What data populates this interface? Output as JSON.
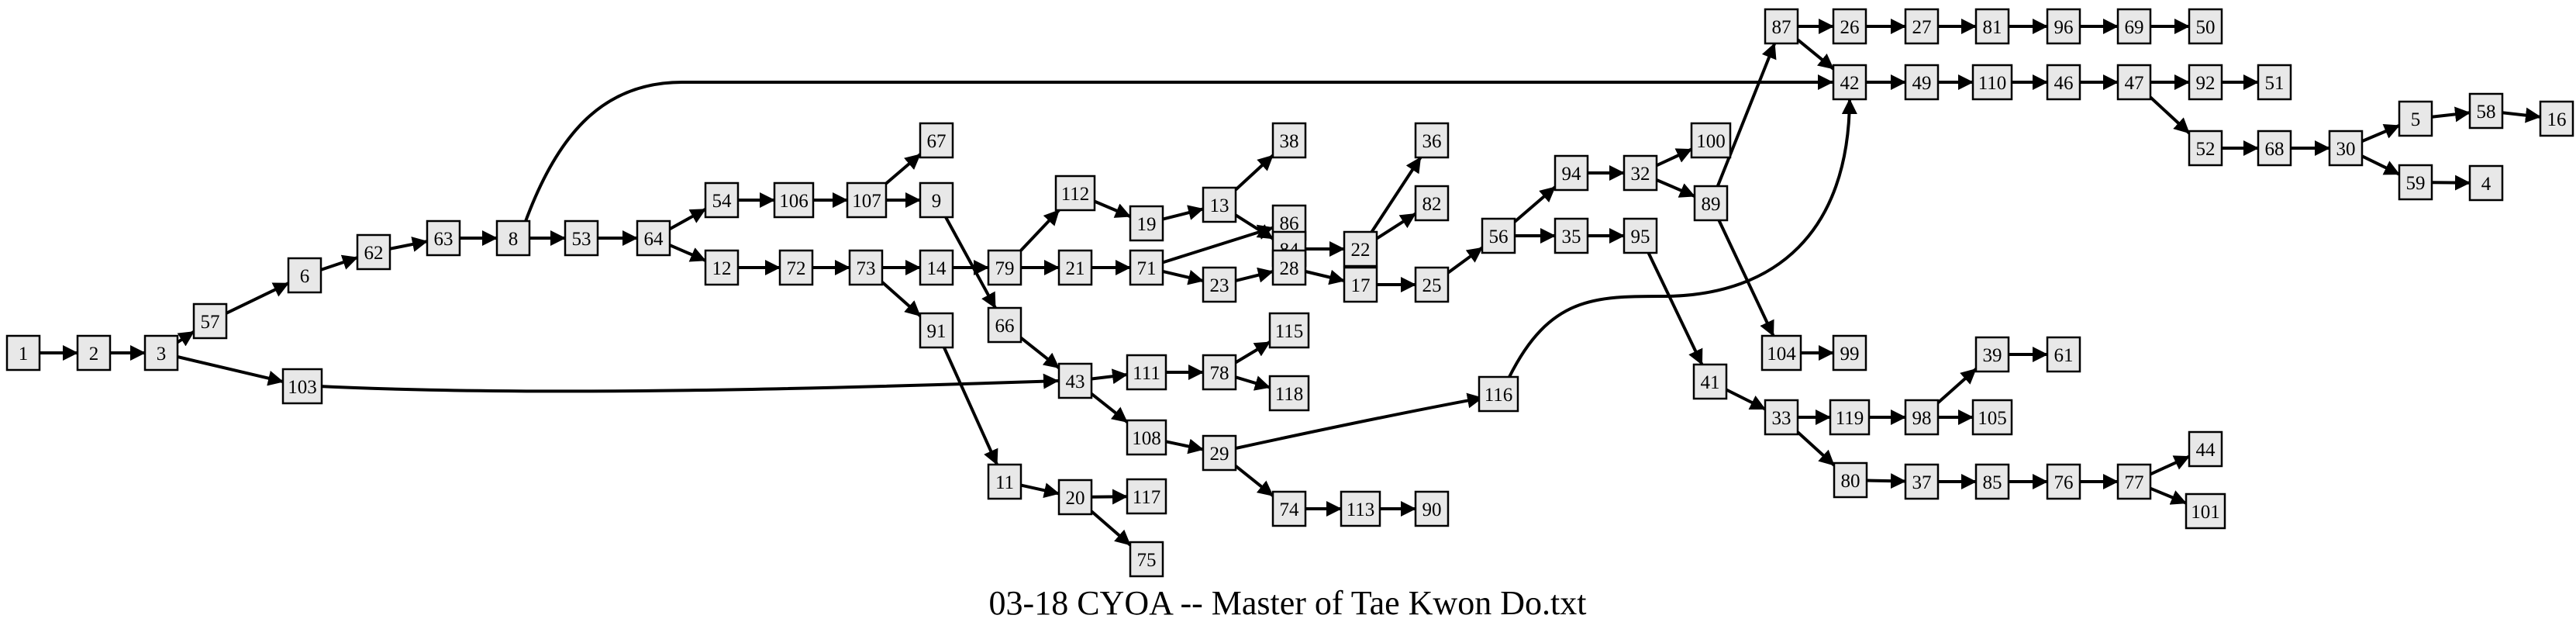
{
  "caption": "03-18 CYOA -- Master of Tae Kwon Do.txt",
  "nodes": [
    {
      "id": "1",
      "label": "1"
    },
    {
      "id": "2",
      "label": "2"
    },
    {
      "id": "3",
      "label": "3"
    },
    {
      "id": "57",
      "label": "57"
    },
    {
      "id": "103",
      "label": "103"
    },
    {
      "id": "6",
      "label": "6"
    },
    {
      "id": "62",
      "label": "62"
    },
    {
      "id": "63",
      "label": "63"
    },
    {
      "id": "8",
      "label": "8"
    },
    {
      "id": "53",
      "label": "53"
    },
    {
      "id": "64",
      "label": "64"
    },
    {
      "id": "54",
      "label": "54"
    },
    {
      "id": "12",
      "label": "12"
    },
    {
      "id": "106",
      "label": "106"
    },
    {
      "id": "107",
      "label": "107"
    },
    {
      "id": "67",
      "label": "67"
    },
    {
      "id": "9",
      "label": "9"
    },
    {
      "id": "72",
      "label": "72"
    },
    {
      "id": "73",
      "label": "73"
    },
    {
      "id": "14",
      "label": "14"
    },
    {
      "id": "91",
      "label": "91"
    },
    {
      "id": "66",
      "label": "66"
    },
    {
      "id": "79",
      "label": "79"
    },
    {
      "id": "11",
      "label": "11"
    },
    {
      "id": "43",
      "label": "43"
    },
    {
      "id": "112",
      "label": "112"
    },
    {
      "id": "21",
      "label": "21"
    },
    {
      "id": "111",
      "label": "111"
    },
    {
      "id": "108",
      "label": "108"
    },
    {
      "id": "20",
      "label": "20"
    },
    {
      "id": "19",
      "label": "19"
    },
    {
      "id": "71",
      "label": "71"
    },
    {
      "id": "78",
      "label": "78"
    },
    {
      "id": "29",
      "label": "29"
    },
    {
      "id": "117",
      "label": "117"
    },
    {
      "id": "75",
      "label": "75"
    },
    {
      "id": "13",
      "label": "13"
    },
    {
      "id": "86",
      "label": "86"
    },
    {
      "id": "23",
      "label": "23"
    },
    {
      "id": "115",
      "label": "115"
    },
    {
      "id": "118",
      "label": "118"
    },
    {
      "id": "74",
      "label": "74"
    },
    {
      "id": "38",
      "label": "38"
    },
    {
      "id": "84",
      "label": "84"
    },
    {
      "id": "28",
      "label": "28"
    },
    {
      "id": "113",
      "label": "113"
    },
    {
      "id": "22",
      "label": "22"
    },
    {
      "id": "17",
      "label": "17"
    },
    {
      "id": "90",
      "label": "90"
    },
    {
      "id": "36",
      "label": "36"
    },
    {
      "id": "82",
      "label": "82"
    },
    {
      "id": "25",
      "label": "25"
    },
    {
      "id": "116",
      "label": "116"
    },
    {
      "id": "56",
      "label": "56"
    },
    {
      "id": "94",
      "label": "94"
    },
    {
      "id": "35",
      "label": "35"
    },
    {
      "id": "32",
      "label": "32"
    },
    {
      "id": "95",
      "label": "95"
    },
    {
      "id": "100",
      "label": "100"
    },
    {
      "id": "89",
      "label": "89"
    },
    {
      "id": "41",
      "label": "41"
    },
    {
      "id": "87",
      "label": "87"
    },
    {
      "id": "104",
      "label": "104"
    },
    {
      "id": "33",
      "label": "33"
    },
    {
      "id": "26",
      "label": "26"
    },
    {
      "id": "42",
      "label": "42"
    },
    {
      "id": "99",
      "label": "99"
    },
    {
      "id": "119",
      "label": "119"
    },
    {
      "id": "80",
      "label": "80"
    },
    {
      "id": "27",
      "label": "27"
    },
    {
      "id": "49",
      "label": "49"
    },
    {
      "id": "98",
      "label": "98"
    },
    {
      "id": "37",
      "label": "37"
    },
    {
      "id": "81",
      "label": "81"
    },
    {
      "id": "110",
      "label": "110"
    },
    {
      "id": "39",
      "label": "39"
    },
    {
      "id": "105",
      "label": "105"
    },
    {
      "id": "85",
      "label": "85"
    },
    {
      "id": "96",
      "label": "96"
    },
    {
      "id": "46",
      "label": "46"
    },
    {
      "id": "61",
      "label": "61"
    },
    {
      "id": "76",
      "label": "76"
    },
    {
      "id": "69",
      "label": "69"
    },
    {
      "id": "47",
      "label": "47"
    },
    {
      "id": "77",
      "label": "77"
    },
    {
      "id": "50",
      "label": "50"
    },
    {
      "id": "92",
      "label": "92"
    },
    {
      "id": "52",
      "label": "52"
    },
    {
      "id": "44",
      "label": "44"
    },
    {
      "id": "101",
      "label": "101"
    },
    {
      "id": "51",
      "label": "51"
    },
    {
      "id": "68",
      "label": "68"
    },
    {
      "id": "30",
      "label": "30"
    },
    {
      "id": "5",
      "label": "5"
    },
    {
      "id": "59",
      "label": "59"
    },
    {
      "id": "58",
      "label": "58"
    },
    {
      "id": "4",
      "label": "4"
    },
    {
      "id": "16",
      "label": "16"
    }
  ],
  "edges": [
    [
      "1",
      "2"
    ],
    [
      "2",
      "3"
    ],
    [
      "3",
      "57"
    ],
    [
      "3",
      "103"
    ],
    [
      "57",
      "6"
    ],
    [
      "6",
      "62"
    ],
    [
      "62",
      "63"
    ],
    [
      "63",
      "8"
    ],
    [
      "8",
      "53"
    ],
    [
      "8",
      "42"
    ],
    [
      "53",
      "64"
    ],
    [
      "64",
      "54"
    ],
    [
      "64",
      "12"
    ],
    [
      "54",
      "106"
    ],
    [
      "106",
      "107"
    ],
    [
      "107",
      "67"
    ],
    [
      "107",
      "9"
    ],
    [
      "9",
      "66"
    ],
    [
      "12",
      "72"
    ],
    [
      "72",
      "73"
    ],
    [
      "73",
      "14"
    ],
    [
      "73",
      "91"
    ],
    [
      "14",
      "79"
    ],
    [
      "91",
      "11"
    ],
    [
      "66",
      "43"
    ],
    [
      "103",
      "43"
    ],
    [
      "79",
      "112"
    ],
    [
      "79",
      "21"
    ],
    [
      "11",
      "20"
    ],
    [
      "43",
      "111"
    ],
    [
      "43",
      "108"
    ],
    [
      "112",
      "19"
    ],
    [
      "21",
      "71"
    ],
    [
      "111",
      "78"
    ],
    [
      "108",
      "29"
    ],
    [
      "20",
      "117"
    ],
    [
      "20",
      "75"
    ],
    [
      "19",
      "13"
    ],
    [
      "71",
      "86"
    ],
    [
      "71",
      "23"
    ],
    [
      "78",
      "115"
    ],
    [
      "78",
      "118"
    ],
    [
      "29",
      "74"
    ],
    [
      "29",
      "116"
    ],
    [
      "13",
      "38"
    ],
    [
      "13",
      "84"
    ],
    [
      "23",
      "28"
    ],
    [
      "74",
      "113"
    ],
    [
      "84",
      "22"
    ],
    [
      "28",
      "17"
    ],
    [
      "113",
      "90"
    ],
    [
      "22",
      "36"
    ],
    [
      "22",
      "82"
    ],
    [
      "17",
      "25"
    ],
    [
      "25",
      "56"
    ],
    [
      "116",
      "42"
    ],
    [
      "56",
      "94"
    ],
    [
      "56",
      "35"
    ],
    [
      "94",
      "32"
    ],
    [
      "35",
      "95"
    ],
    [
      "32",
      "100"
    ],
    [
      "32",
      "89"
    ],
    [
      "95",
      "41"
    ],
    [
      "89",
      "87"
    ],
    [
      "89",
      "104"
    ],
    [
      "41",
      "33"
    ],
    [
      "87",
      "26"
    ],
    [
      "87",
      "42"
    ],
    [
      "104",
      "99"
    ],
    [
      "33",
      "119"
    ],
    [
      "33",
      "80"
    ],
    [
      "26",
      "27"
    ],
    [
      "42",
      "49"
    ],
    [
      "119",
      "98"
    ],
    [
      "80",
      "37"
    ],
    [
      "27",
      "81"
    ],
    [
      "49",
      "110"
    ],
    [
      "98",
      "39"
    ],
    [
      "98",
      "105"
    ],
    [
      "37",
      "85"
    ],
    [
      "81",
      "96"
    ],
    [
      "110",
      "46"
    ],
    [
      "39",
      "61"
    ],
    [
      "85",
      "76"
    ],
    [
      "96",
      "69"
    ],
    [
      "46",
      "47"
    ],
    [
      "76",
      "77"
    ],
    [
      "69",
      "50"
    ],
    [
      "47",
      "92"
    ],
    [
      "47",
      "52"
    ],
    [
      "77",
      "44"
    ],
    [
      "77",
      "101"
    ],
    [
      "92",
      "51"
    ],
    [
      "52",
      "68"
    ],
    [
      "68",
      "30"
    ],
    [
      "30",
      "5"
    ],
    [
      "30",
      "59"
    ],
    [
      "5",
      "58"
    ],
    [
      "59",
      "4"
    ],
    [
      "58",
      "16"
    ]
  ]
}
